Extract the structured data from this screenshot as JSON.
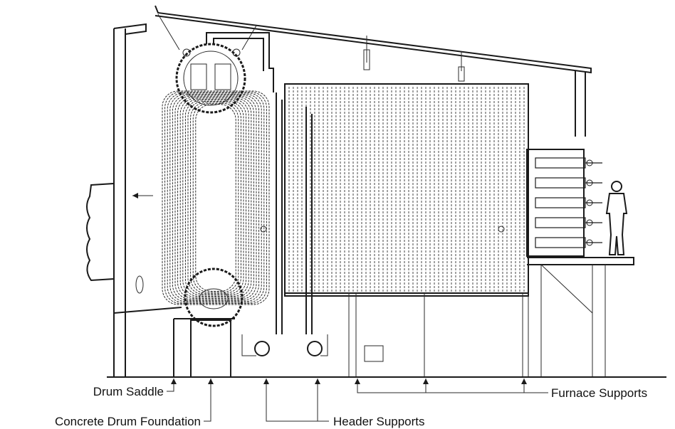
{
  "labels": {
    "drum_saddle": "Drum Saddle",
    "concrete_drum_foundation": "Concrete Drum Foundation",
    "header_supports": "Header Supports",
    "furnace_supports": "Furnace Supports"
  },
  "colors": {
    "ink": "#1a1a1a",
    "paper": "#ffffff"
  }
}
